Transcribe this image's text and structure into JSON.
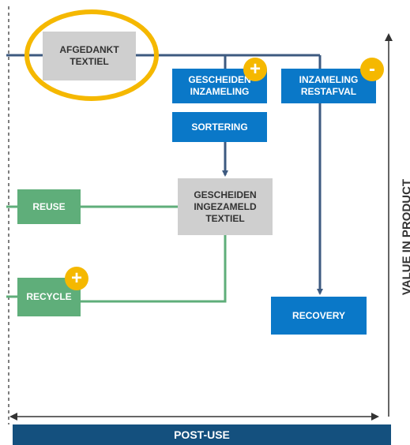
{
  "nodes": {
    "afgedankt": "AFGEDANKT\nTEXTIEL",
    "gescheiden_inzameling": "GESCHEIDEN\nINZAMELING",
    "inzameling_restafval": "INZAMELING\nRESTAFVAL",
    "sortering": "SORTERING",
    "gescheiden_ingezameld": "GESCHEIDEN\nINGEZAMELD\nTEXTIEL",
    "reuse": "REUSE",
    "recycle": "RECYCLE",
    "recovery": "RECOVERY"
  },
  "badges": {
    "gescheiden_plus": "+",
    "restafval_minus": "-",
    "recycle_plus": "+"
  },
  "axes": {
    "vertical_label": "VALUE IN PRODUCT",
    "horizontal_label": "POST-USE"
  },
  "colors": {
    "blue": "#0a78c8",
    "dark_blue": "#14507e",
    "navy_line": "#3d5a80",
    "green": "#5fae7a",
    "grey": "#cfcfcf",
    "yellow": "#f5b800"
  }
}
